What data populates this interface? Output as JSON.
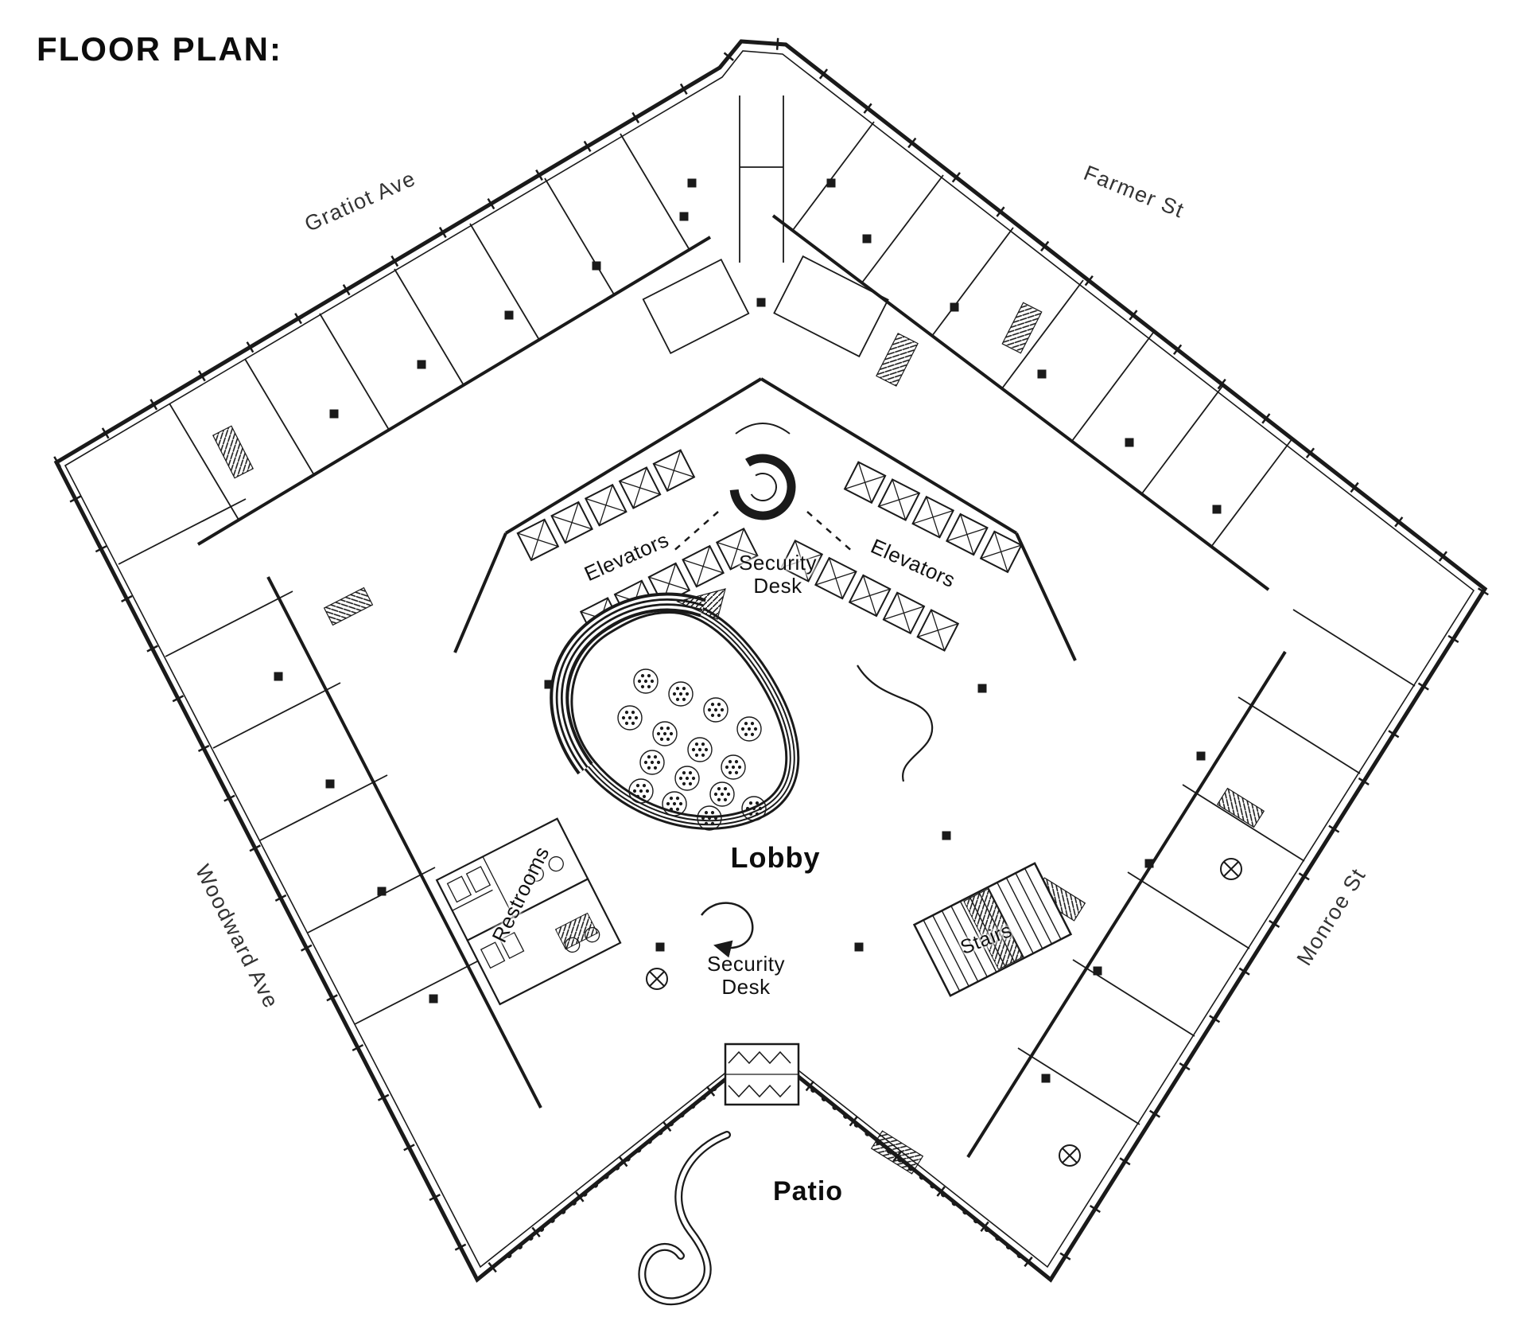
{
  "title": "FLOOR PLAN:",
  "streets": {
    "gratiot": {
      "label": "Gratiot Ave"
    },
    "farmer": {
      "label": "Farmer St"
    },
    "woodward": {
      "label": "Woodward Ave"
    },
    "monroe": {
      "label": "Monroe St"
    }
  },
  "areas": {
    "elevators_left": {
      "label": "Elevators"
    },
    "elevators_right": {
      "label": "Elevators"
    },
    "security_desk_upper": {
      "label": "Security Desk"
    },
    "security_desk_lower": {
      "label": "Security Desk"
    },
    "lobby": {
      "label": "Lobby"
    },
    "restrooms": {
      "label": "Restrooms"
    },
    "stairs": {
      "label": "Stairs"
    },
    "patio": {
      "label": "Patio"
    }
  }
}
